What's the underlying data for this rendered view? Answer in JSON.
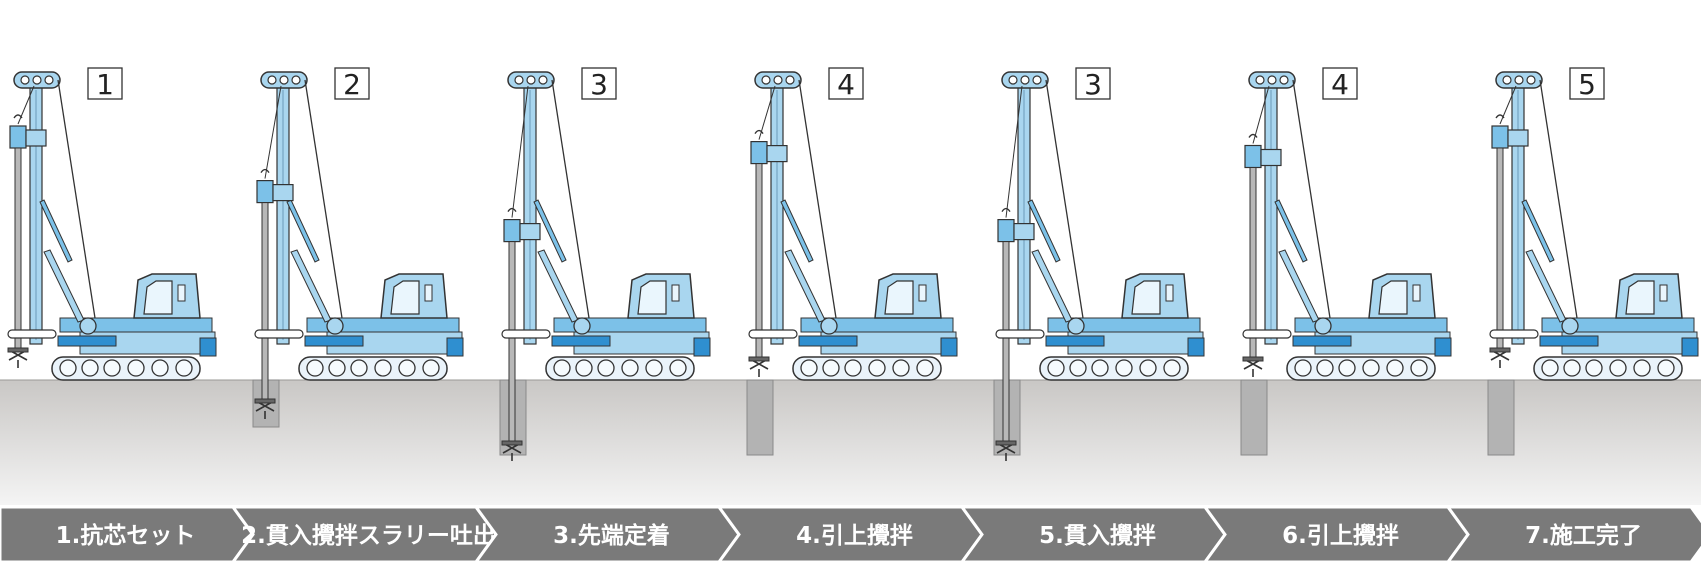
{
  "stages": [
    {
      "badge": "1",
      "label": "1.抗芯セット"
    },
    {
      "badge": "2",
      "label": "2.貫入攪拌スラリー吐出"
    },
    {
      "badge": "3",
      "label": "3.先端定着"
    },
    {
      "badge": "4",
      "label": "4.引上攪拌"
    },
    {
      "badge": "3",
      "label": "5.貫入攪拌"
    },
    {
      "badge": "4",
      "label": "6.引上攪拌"
    },
    {
      "badge": "5",
      "label": "7.施工完了"
    }
  ],
  "colors": {
    "machine_light": "#a9d6ef",
    "machine_mid": "#7cc1e8",
    "machine_dark": "#2f8fd0",
    "track_light": "#eaf3fa",
    "ground_top": "#c9c7c5",
    "ground_bottom": "#f4f4f4",
    "column_fill": "#b3b3b3",
    "step_bar": "#7a7a7a",
    "outline": "#333333"
  },
  "process": [
    {
      "auger_depth_m": 0,
      "head_level": 0.2,
      "column_depth": 0
    },
    {
      "auger_depth_m": 0.55,
      "head_level": 0.62,
      "column_depth": 0.62
    },
    {
      "auger_depth_m": 1.0,
      "head_level": 0.92,
      "column_depth": 1.0
    },
    {
      "auger_depth_m": 0.1,
      "head_level": 0.32,
      "column_depth": 1.0
    },
    {
      "auger_depth_m": 1.0,
      "head_level": 0.92,
      "column_depth": 1.0
    },
    {
      "auger_depth_m": 0.1,
      "head_level": 0.35,
      "column_depth": 1.0
    },
    {
      "auger_depth_m": 0,
      "head_level": 0.2,
      "column_depth": 1.0
    }
  ]
}
